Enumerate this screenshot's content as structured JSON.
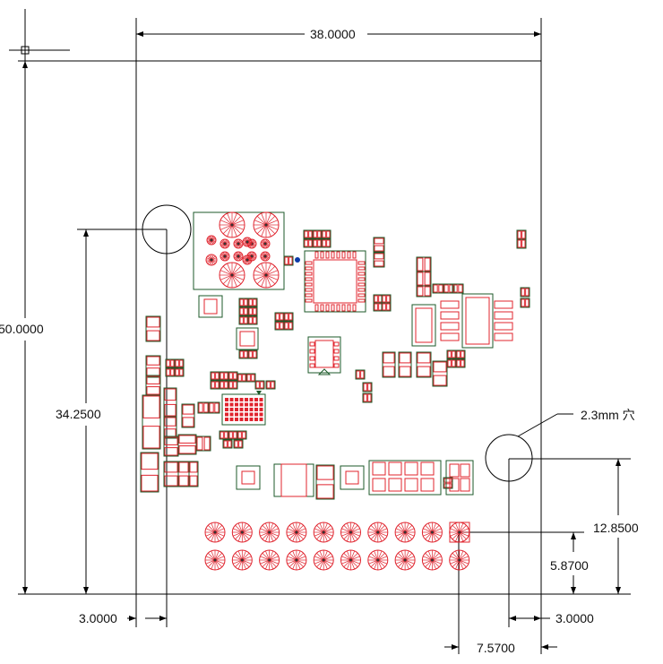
{
  "dimensions": {
    "width": "38.0000",
    "height": "50.0000",
    "hole_height": "34.2500",
    "left_offset": "3.0000",
    "right_offset": "3.0000",
    "right_hole_height": "12.8500",
    "header_height": "5.8700",
    "header_offset": "7.5700",
    "hole_note": "2.3mm 穴"
  },
  "colors": {
    "pad": "#e0242e",
    "outline": "#1c5a2a",
    "line": "#000000",
    "marker": "#0a3aa8"
  }
}
